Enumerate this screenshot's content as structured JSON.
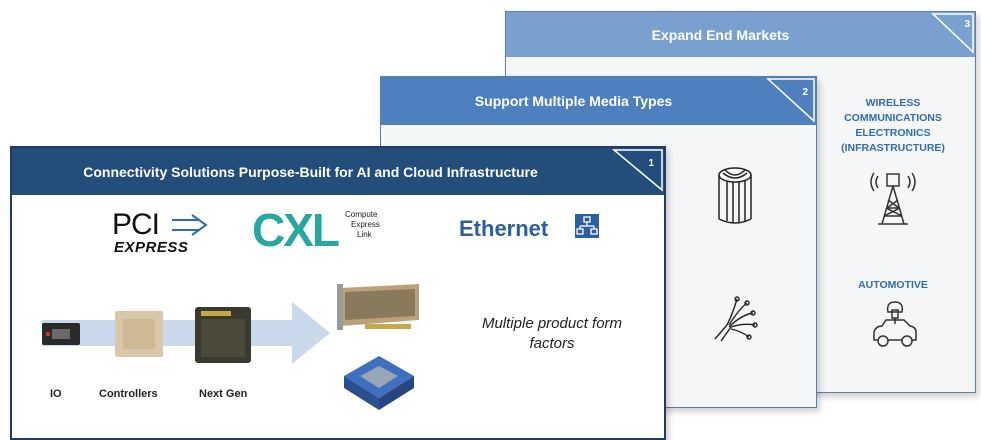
{
  "cards": {
    "markets": {
      "title": "Expand End Markets",
      "number": "3",
      "wireless_label": "WIRELESS COMMUNICATIONS ELECTRONICS (INFRASTRUCTURE)",
      "automotive_label": "AUTOMOTIVE"
    },
    "media": {
      "title": "Support Multiple Media Types",
      "number": "2"
    },
    "connectivity": {
      "title": "Connectivity Solutions Purpose-Built for AI and Cloud Infrastructure",
      "number": "1",
      "protocols": {
        "pci_top": "PCI",
        "pci_bottom": "EXPRESS",
        "cxl": "CXL",
        "cxl_sub_1": "Compute",
        "cxl_sub_2": "Express",
        "cxl_sub_3": "Link",
        "ethernet": "Ethernet"
      },
      "product_labels": [
        "IO",
        "Controllers",
        "Next Gen"
      ],
      "form_factors_text": "Multiple product form factors"
    }
  },
  "colors": {
    "card3_header": "#7aa0cf",
    "card2_header": "#4e80c0",
    "card1_header": "#234e7c",
    "cxl_teal": "#2aa6a0",
    "ethernet_blue": "#2b5f9f",
    "market_label_blue": "#2f6db6"
  },
  "icons": [
    "cell-tower-icon",
    "car-cloud-icon",
    "cable-icon",
    "fiber-optic-icon",
    "network-icon"
  ]
}
